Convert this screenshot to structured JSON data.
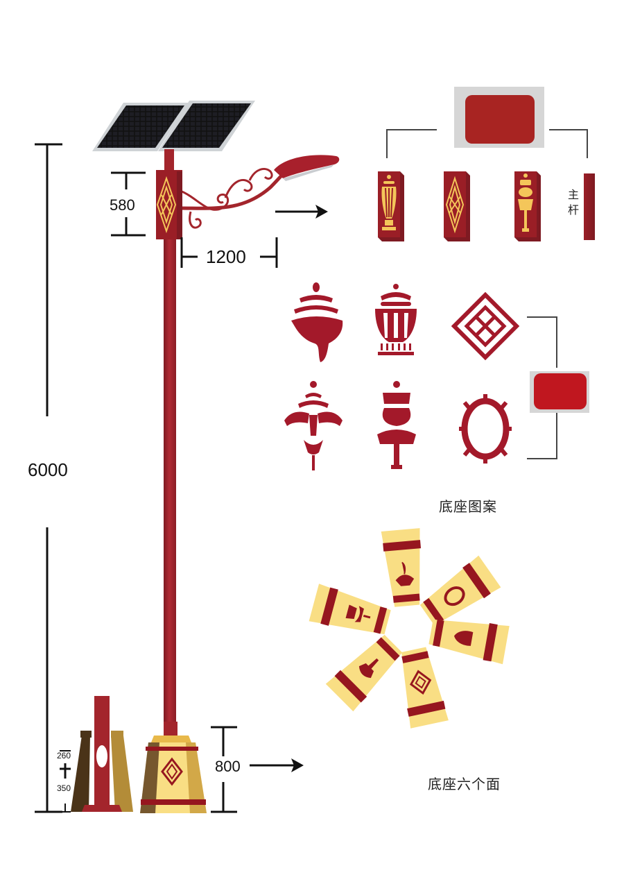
{
  "colors": {
    "pole_red": "#a3252c",
    "pole_dark": "#7e1a22",
    "pattern_gold": "#f4c65a",
    "base_yellow": "#f9de84",
    "base_band": "#96161f",
    "swatch_red": "#a82422",
    "swatch_red_2": "#c0171f",
    "swatch_bg": "#d6d6d6",
    "line_black": "#111111",
    "bracket_gray": "#444444"
  },
  "dimensions": {
    "total_height": "6000",
    "head_height": "580",
    "arm_length": "1200",
    "base_height": "800",
    "base_upper": "260",
    "base_lower": "350"
  },
  "top_section": {
    "swatch_label": "color-sample",
    "panels": [
      {
        "pattern": "treasure-vase"
      },
      {
        "pattern": "endless-knot"
      },
      {
        "pattern": "victory-banner"
      }
    ],
    "main_pole_label": "主杆"
  },
  "patterns_section": {
    "title": "底座图案",
    "symbols": [
      {
        "name": "conch-shell"
      },
      {
        "name": "treasure-vase"
      },
      {
        "name": "endless-knot"
      },
      {
        "name": "golden-fish-lotus"
      },
      {
        "name": "victory-banner"
      },
      {
        "name": "dharma-wheel"
      }
    ]
  },
  "base_faces_section": {
    "title": "底座六个面",
    "faces": [
      {
        "pattern": "conch-shell"
      },
      {
        "pattern": "dharma-wheel"
      },
      {
        "pattern": "treasure-vase"
      },
      {
        "pattern": "endless-knot"
      },
      {
        "pattern": "lotus"
      },
      {
        "pattern": "victory-banner"
      }
    ]
  }
}
